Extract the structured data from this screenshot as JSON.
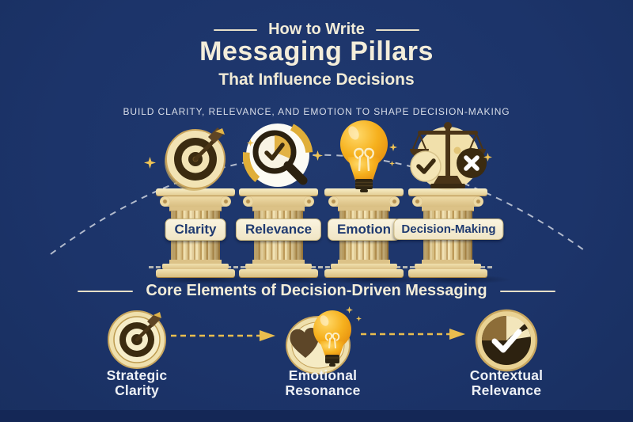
{
  "header": {
    "kicker": "How to Write",
    "title": "Messaging Pillars",
    "subtitle": "That Influence Decisions",
    "tagline": "BUILD CLARITY, RELEVANCE, AND EMOTION TO SHAPE DECISION-MAKING"
  },
  "pillars": [
    {
      "label": "Clarity",
      "icon": "dartboard-target-icon"
    },
    {
      "label": "Relevance",
      "icon": "magnifying-glass-check-icon"
    },
    {
      "label": "Emotion",
      "icon": "lightbulb-icon"
    },
    {
      "label": "Decision-Making",
      "icon": "balance-scales-icon"
    }
  ],
  "core_section": {
    "title": "Core Elements of Decision-Driven Messaging",
    "elements": [
      {
        "line1": "Strategic",
        "line2": "Clarity",
        "icon": "target-badge-icon"
      },
      {
        "line1": "Emotional",
        "line2": "Resonance",
        "icon": "heart-lightbulb-badge-icon"
      },
      {
        "line1": "Contextual",
        "line2": "Relevance",
        "icon": "pie-chart-check-badge-icon"
      }
    ]
  },
  "colors": {
    "background": "#1c346a",
    "footer_bar": "#142756",
    "cream_text": "#f2ecd8",
    "tagline_text": "#d9dee9",
    "navy_label_text": "#1f3a70",
    "gold_accent": "#e9bd4e",
    "pillar_cream": "#e9d49c",
    "dark_brown": "#3b2b10"
  }
}
